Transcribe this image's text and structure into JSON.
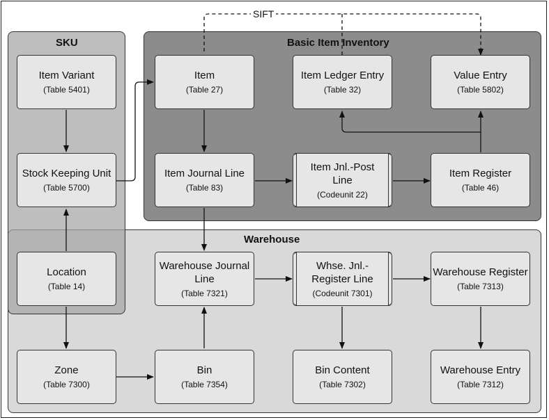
{
  "groups": {
    "sku": "SKU",
    "inventory": "Basic Item Inventory",
    "warehouse": "Warehouse"
  },
  "sift_label": "SIFT",
  "boxes": {
    "item_variant": {
      "name": "Item Variant",
      "table": "(Table 5401)"
    },
    "item": {
      "name": "Item",
      "table": "(Table 27)"
    },
    "item_ledger_entry": {
      "name": "Item Ledger Entry",
      "table": "(Table 32)"
    },
    "value_entry": {
      "name": "Value Entry",
      "table": "(Table 5802)"
    },
    "stock_keeping_unit": {
      "name": "Stock Keeping Unit",
      "table": "(Table 5700)"
    },
    "item_journal_line": {
      "name": "Item Journal Line",
      "table": "(Table 83)"
    },
    "item_jnl_post_line": {
      "name": "Item Jnl.-Post Line",
      "table": "(Codeunit 22)"
    },
    "item_register": {
      "name": "Item Register",
      "table": "(Table 46)"
    },
    "location": {
      "name": "Location",
      "table": "(Table 14)"
    },
    "warehouse_journal_line": {
      "name": "Warehouse Journal Line",
      "table": "(Table 7321)"
    },
    "whse_jnl_register_line": {
      "name": "Whse. Jnl.-Register Line",
      "table": "(Codeunit 7301)"
    },
    "warehouse_register": {
      "name": "Warehouse Register",
      "table": "(Table 7313)"
    },
    "zone": {
      "name": "Zone",
      "table": "(Table 7300)"
    },
    "bin": {
      "name": "Bin",
      "table": "(Table 7354)"
    },
    "bin_content": {
      "name": "Bin Content",
      "table": "(Table 7302)"
    },
    "warehouse_entry": {
      "name": "Warehouse Entry",
      "table": "(Table 7312)"
    }
  }
}
